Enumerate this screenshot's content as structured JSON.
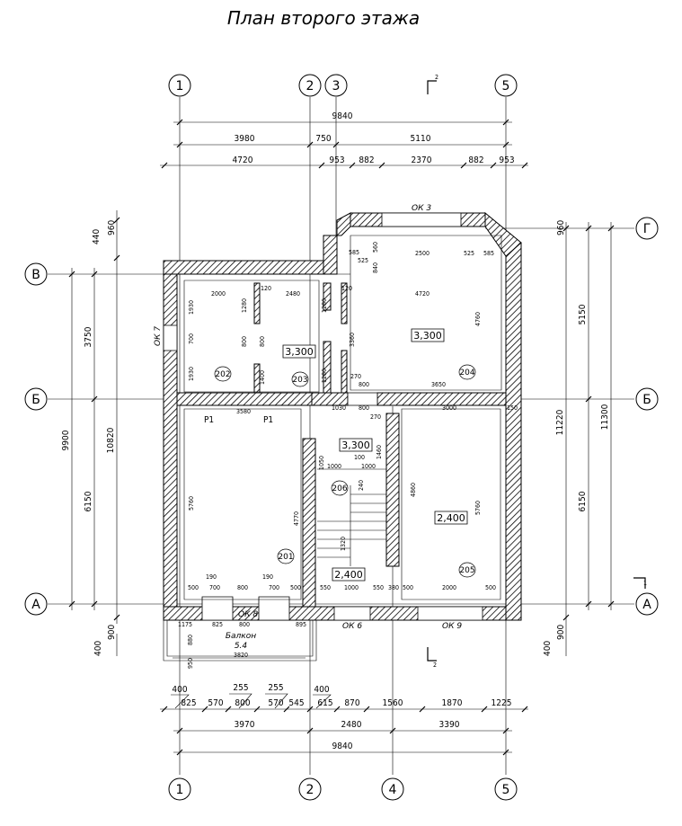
{
  "title": "План второго этажа",
  "axes_v": {
    "a1": "1",
    "a2": "2",
    "a3": "3",
    "a4": "4",
    "a5": "5"
  },
  "axes_h": {
    "g": "Г",
    "v": "В",
    "b": "Б",
    "a": "А"
  },
  "section": {
    "top": "2",
    "bottom": "2",
    "right": "1"
  },
  "rooms": {
    "r201": "201",
    "r202": "202",
    "r203": "203",
    "r204": "204",
    "r205": "205",
    "r206": "206"
  },
  "levels": {
    "l1": "3,300",
    "l2": "3,300",
    "l3": "3,300",
    "l4": "2,400",
    "l5": "2,400"
  },
  "labels": {
    "ok3": "ОК 3",
    "ok6": "ОК 6",
    "ok7": "ОК 7",
    "ok8": "ОК 8",
    "ok9": "ОК 9",
    "balcony": "Балкон",
    "balcony_area": "5.4",
    "p1a": "Р1",
    "p1b": "Р1"
  },
  "dims_top": {
    "total": "9840",
    "r2": [
      "3980",
      "750",
      "5110"
    ],
    "r3": [
      "4720",
      "953",
      "882",
      "2370",
      "882",
      "953"
    ]
  },
  "dims_bottom": {
    "r1": [
      "825",
      "570",
      "800",
      "570",
      "545",
      "615",
      "870",
      "1560",
      "1870",
      "1225"
    ],
    "tiny": [
      "400",
      "255",
      "255",
      "400"
    ],
    "r2": [
      "3970",
      "2480",
      "3390"
    ],
    "total": "9840"
  },
  "dims_left": {
    "top": [
      "440",
      "960"
    ],
    "inner": [
      "3750",
      "6150"
    ],
    "outer": [
      "9900",
      "10820"
    ],
    "bottom": [
      "900",
      "400"
    ]
  },
  "dims_right": {
    "top": [
      "960"
    ],
    "inner": [
      "5150",
      "6150"
    ],
    "outer": [
      "11220",
      "11300"
    ],
    "bottom": [
      "900",
      "400"
    ]
  },
  "dims_inner": {
    "d2000": "2000",
    "d2480": "2480",
    "d4720": "4720",
    "d2500": "2500",
    "d585a": "585",
    "d585b": "585",
    "d525a": "525",
    "d525b": "525",
    "d560": "560",
    "d840": "840",
    "d120a": "120",
    "d120b": "120",
    "d1930a": "1930",
    "d1930b": "1930",
    "d700": "700",
    "d1280a": "1280",
    "d1280b": "1280",
    "d1280c": "1280",
    "d800a": "800",
    "d800b": "800",
    "d1400": "1400",
    "d3360": "3360",
    "d4760": "4760",
    "d270a": "270",
    "d270b": "270",
    "d800c": "800",
    "d3650": "3650",
    "d3580": "3580",
    "d1030": "1030",
    "d800d": "800",
    "d3000": "3000",
    "d150": "150",
    "d1050": "1050",
    "d1000a": "1000",
    "d100": "100",
    "d1000b": "1000",
    "d1460": "1460",
    "d240": "240",
    "d4860": "4860",
    "d5760a": "5760",
    "d5760b": "5760",
    "d4770": "4770",
    "d1320": "1320",
    "d190a": "190",
    "d190b": "190",
    "d500a": "500",
    "d700b": "700",
    "d800e": "800",
    "d700c": "700",
    "d500b": "500",
    "d550a": "550",
    "d1000c": "1000",
    "d550b": "550",
    "d380": "380",
    "d500c": "500",
    "d2000b": "2000",
    "d500d": "500",
    "d1175": "1175",
    "d825": "825",
    "d800f": "800",
    "d895": "895",
    "d3820": "3820",
    "d880": "880",
    "d950": "950"
  }
}
